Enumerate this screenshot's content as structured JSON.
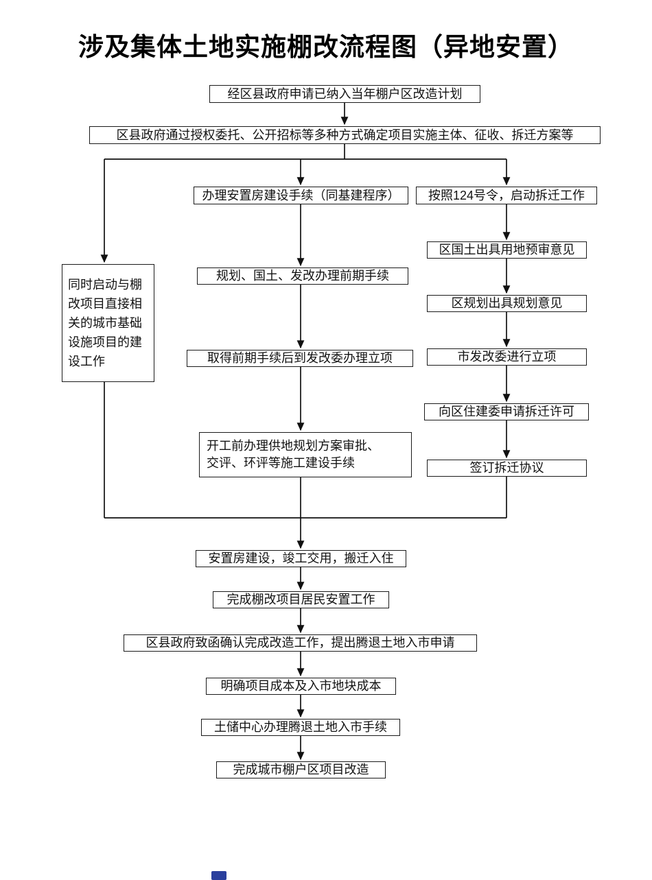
{
  "title": "涉及集体土地实施棚改流程图（异地安置）",
  "nodes": {
    "apply_plan": {
      "label": "经区县政府申请已纳入当年棚户区改造计划"
    },
    "determine_subject": {
      "label": "区县政府通过授权委托、公开招标等多种方式确定项目实施主体、征收、拆迁方案等"
    },
    "infrastructure": {
      "label": "同时启动与棚改项目直接相关的城市基础设施项目的建设工作"
    },
    "resettlement_procedures": {
      "label": "办理安置房建设手续（同基建程序）"
    },
    "preliminary_procedures": {
      "label": "规划、国土、发改办理前期手续"
    },
    "project_approval_mid": {
      "label": "取得前期手续后到发改委办理立项"
    },
    "pre_construction": {
      "label": "开工前办理供地规划方案审批、\n交评、环评等施工建设手续"
    },
    "demolition_start": {
      "label": "按照124号令，启动拆迁工作"
    },
    "land_preview": {
      "label": "区国土出具用地预审意见"
    },
    "planning_opinion": {
      "label": "区规划出具规划意见"
    },
    "ndrc_approval": {
      "label": "市发改委进行立项"
    },
    "demolition_permit": {
      "label": "向区住建委申请拆迁许可"
    },
    "demolition_agreement": {
      "label": "签订拆迁协议"
    },
    "move_in": {
      "label": "安置房建设，竣工交用，搬迁入住"
    },
    "complete_resettlement": {
      "label": "完成棚改项目居民安置工作"
    },
    "confirm_completion": {
      "label": "区县政府致函确认完成改造工作，提出腾退土地入市申请"
    },
    "clarify_cost": {
      "label": "明确项目成本及入市地块成本"
    },
    "land_market_procedures": {
      "label": "土储中心办理腾退土地入市手续"
    },
    "complete_renovation": {
      "label": "完成城市棚户区项目改造"
    }
  },
  "colors": {
    "line": "#111111",
    "box_border": "#1a1a1a",
    "background": "#ffffff",
    "watermark_blue": "#2a3f9d"
  }
}
